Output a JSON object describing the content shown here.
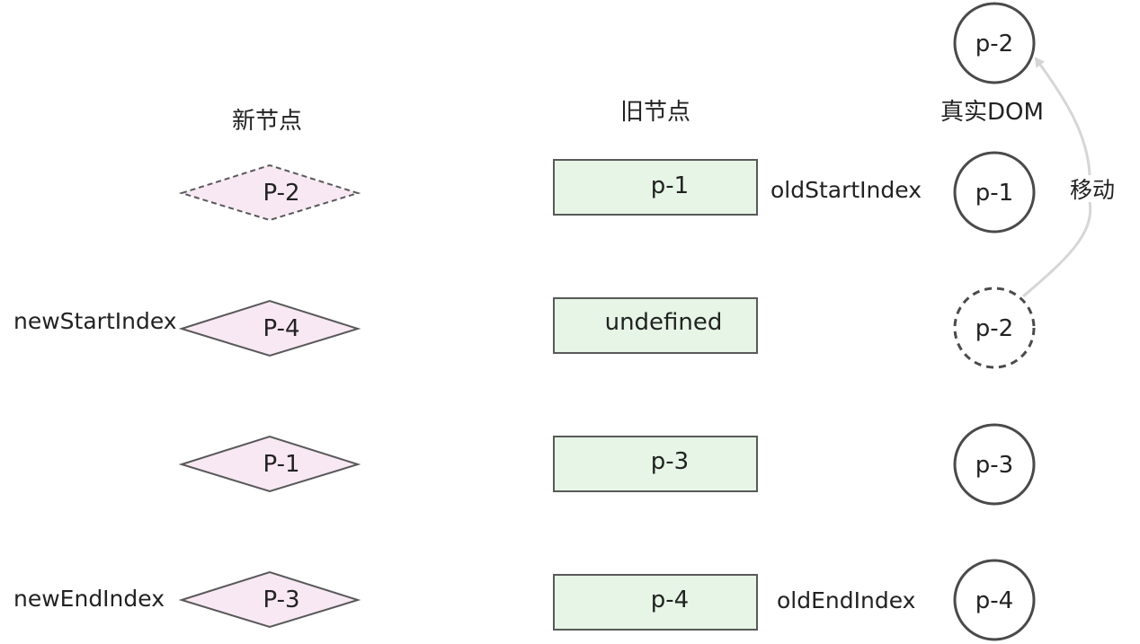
{
  "headers": {
    "new_nodes": "新节点",
    "old_nodes": "旧节点",
    "real_dom": "真实DOM"
  },
  "new_nodes": [
    {
      "label": "P-2",
      "state": "processed"
    },
    {
      "label": "P-4",
      "state": "active"
    },
    {
      "label": "P-1",
      "state": "active"
    },
    {
      "label": "P-3",
      "state": "active"
    }
  ],
  "old_nodes": [
    {
      "label": "p-1"
    },
    {
      "label": "undefined"
    },
    {
      "label": "p-3"
    },
    {
      "label": "p-4"
    }
  ],
  "dom_nodes": [
    {
      "label": "p-2",
      "state": "moved"
    },
    {
      "label": "p-1",
      "state": "normal"
    },
    {
      "label": "p-2",
      "state": "ghost"
    },
    {
      "label": "p-3",
      "state": "normal"
    },
    {
      "label": "p-4",
      "state": "normal"
    }
  ],
  "pointers": {
    "new_start": "newStartIndex",
    "new_end": "newEndIndex",
    "old_start": "oldStartIndex",
    "old_end": "oldEndIndex"
  },
  "move_label": "移动",
  "colors": {
    "diamond_fill": "#f8e8f4",
    "diamond_stroke": "#595959",
    "rect_fill": "#e6f5e6",
    "rect_stroke": "#595959",
    "circle_stroke": "#4a4a4a",
    "arrow": "#d6d6d6"
  }
}
